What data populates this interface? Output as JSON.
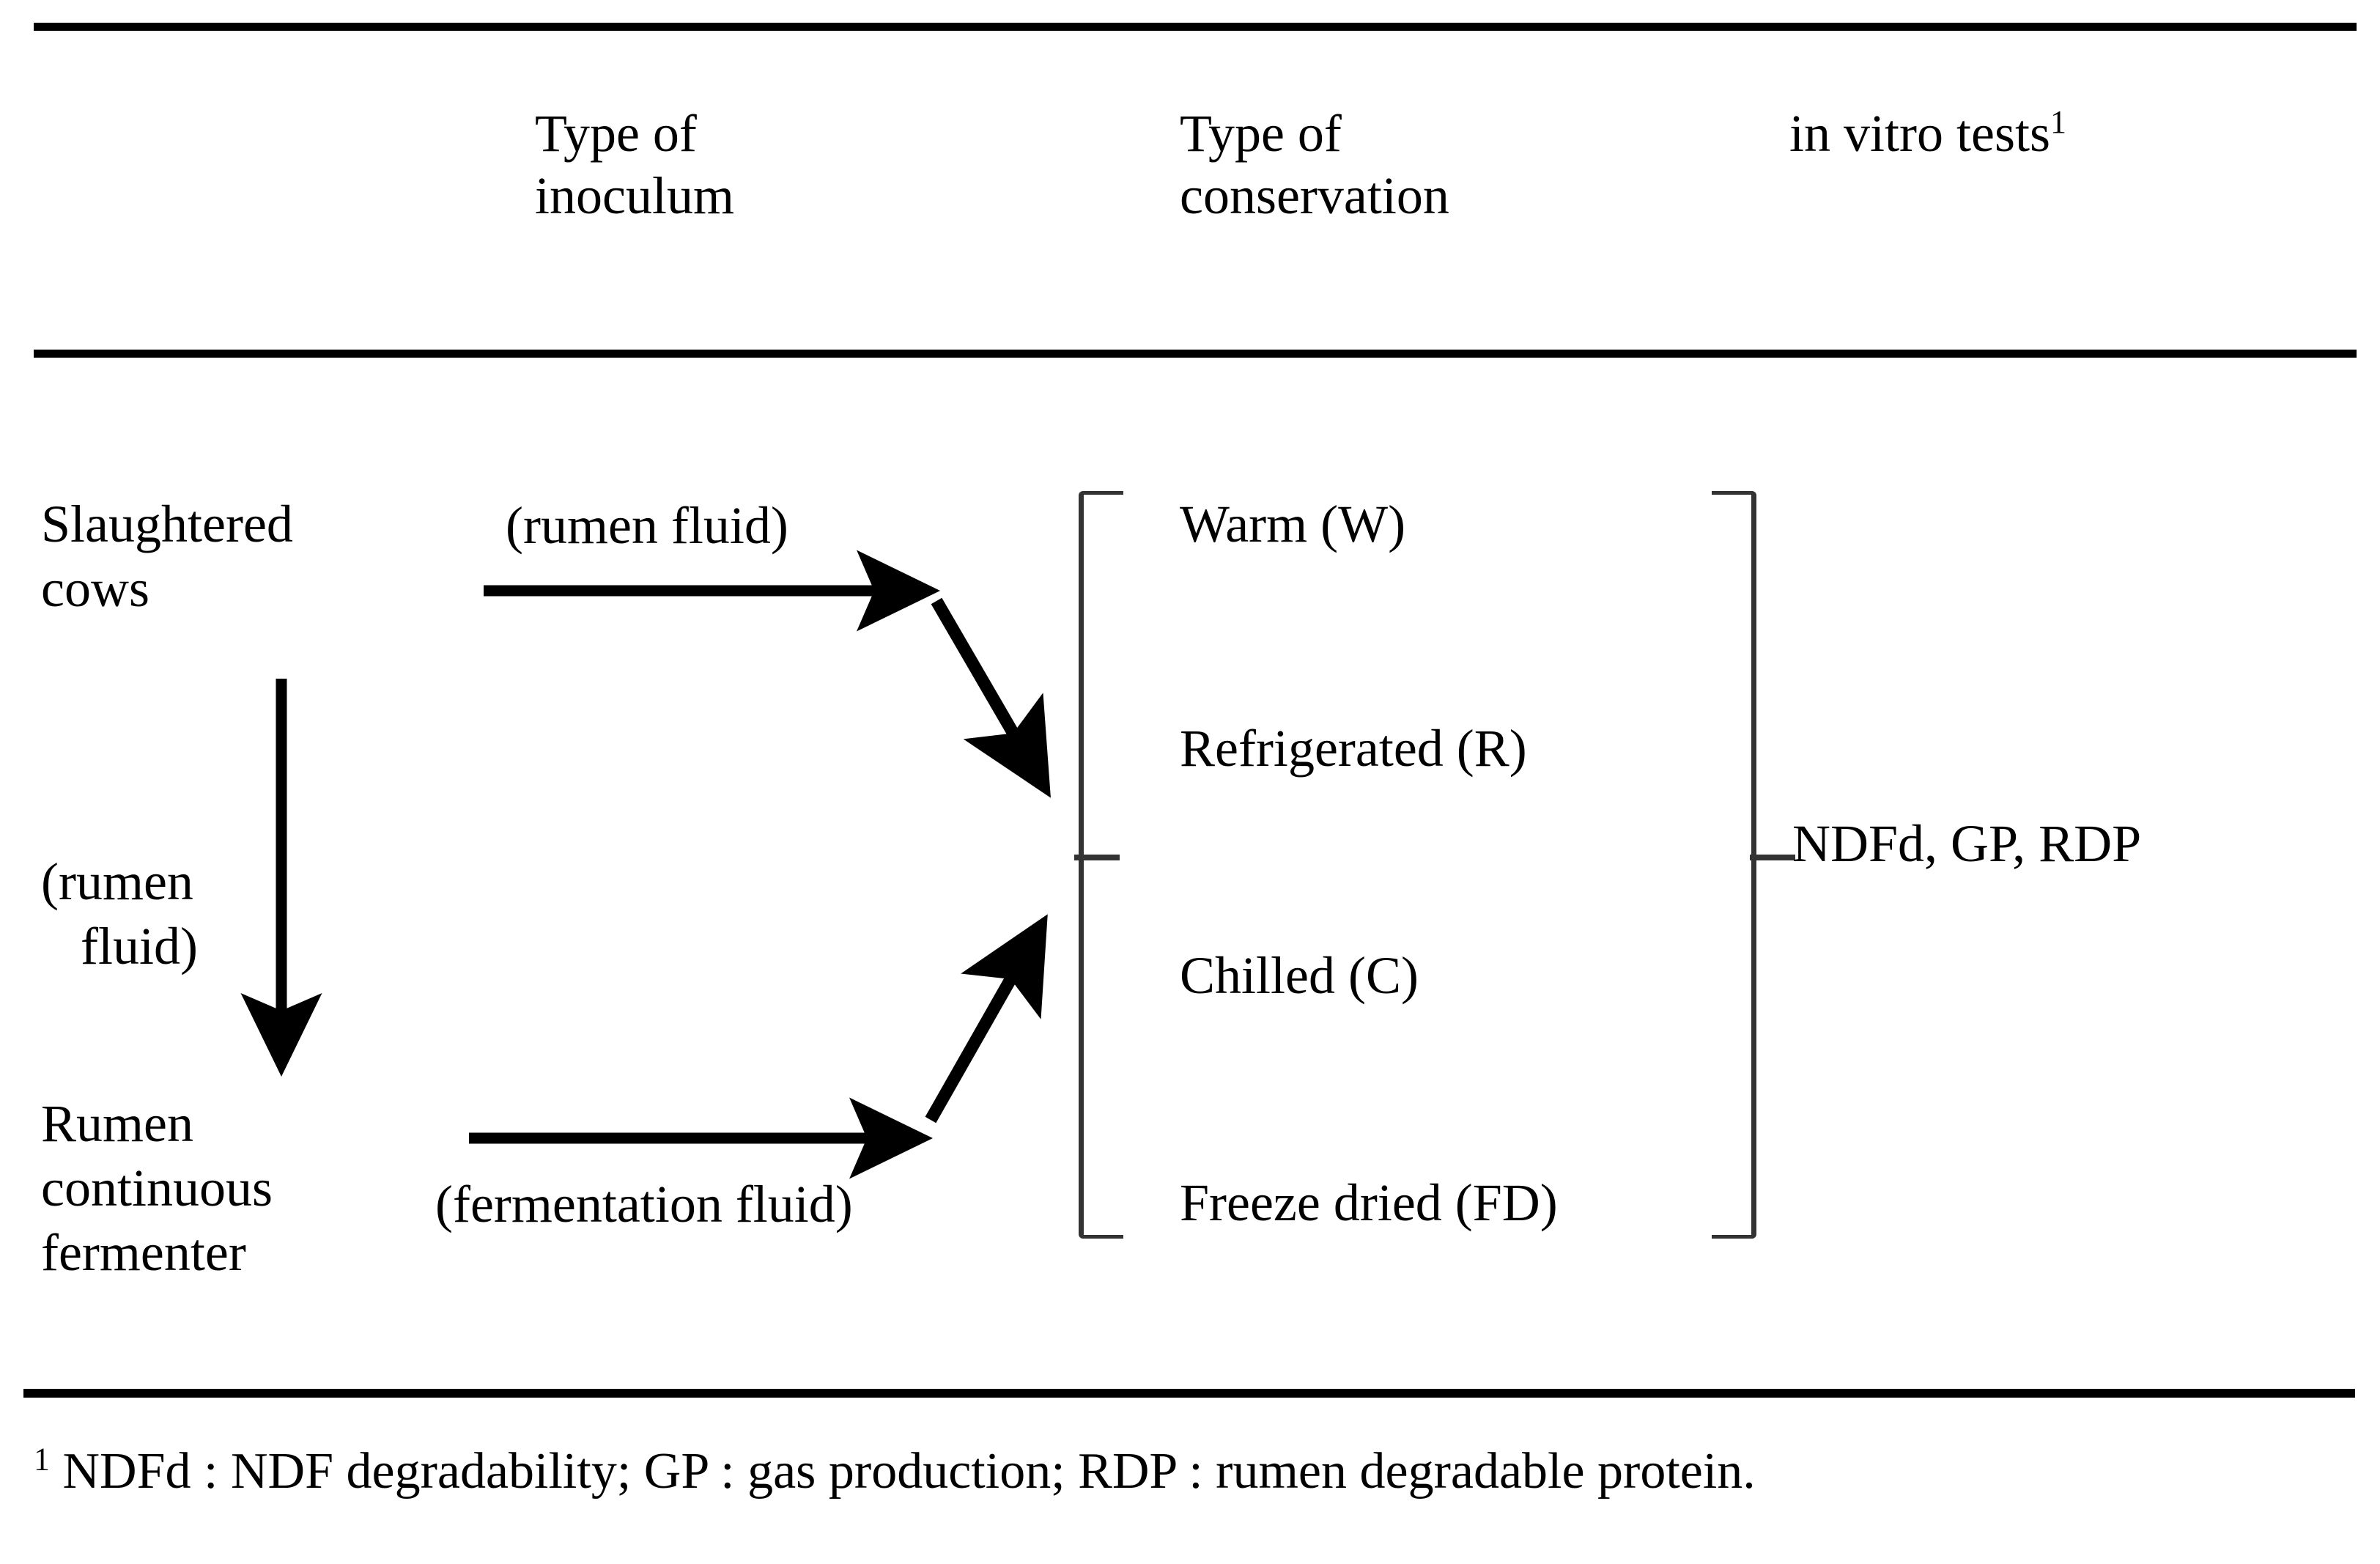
{
  "table": {
    "headers": [
      {
        "id": "col-inoculum",
        "line1": "Type of",
        "line2": "inoculum"
      },
      {
        "id": "col-conservation",
        "line1": "Type of",
        "line2": "conservation"
      },
      {
        "id": "col-tests",
        "line1": "in vitro tests",
        "footnote_mark": "1"
      }
    ],
    "inoculum_sources": [
      {
        "id": "slaughtered-cows",
        "text": "Slaughtered\ncows"
      },
      {
        "id": "rumen-fermenter",
        "text": "Rumen\ncontinuous\nfermenter"
      }
    ],
    "vertical_transfer_label": {
      "line1": "(rumen",
      "line2": "fluid)"
    },
    "flow_labels": [
      {
        "id": "rumen-fluid-arrow",
        "text": "(rumen fluid)"
      },
      {
        "id": "fermentation-fluid-arrow",
        "text": "(fermentation fluid)"
      }
    ],
    "conservation_types": [
      {
        "id": "warm",
        "label": "Warm (W)"
      },
      {
        "id": "refrigerated",
        "label": "Refrigerated (R)"
      },
      {
        "id": "chilled",
        "label": "Chilled (C)"
      },
      {
        "id": "freeze-dried",
        "label": "Freeze dried (FD)"
      }
    ],
    "in_vitro_tests": {
      "id": "tests-list",
      "label": "NDFd, GP, RDP"
    },
    "footnote": {
      "mark": "1",
      "text": " NDFd : NDF degradability; GP : gas production; RDP : rumen degradable protein."
    }
  },
  "colors": {
    "rule": "#000000",
    "bracket": "#333333",
    "arrow": "#000000",
    "text": "#000000",
    "background": "#ffffff"
  }
}
